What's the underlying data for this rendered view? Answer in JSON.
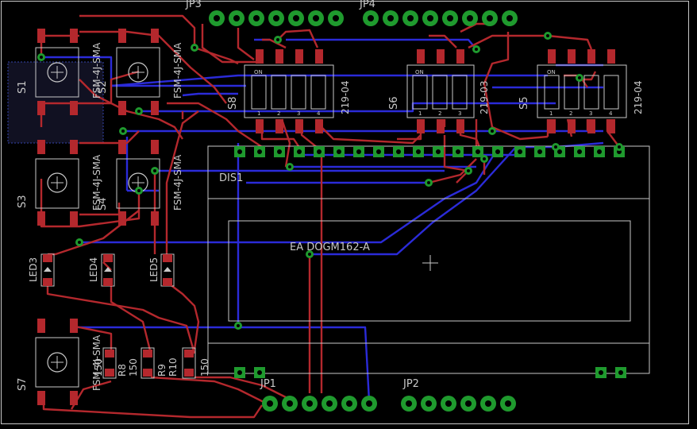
{
  "colors": {
    "background": "#000000",
    "outline": "#c8c8c8",
    "top_copper": "#b4282d",
    "bottom_copper": "#2b2bd8",
    "pad": "#1f9a2e",
    "smd_pad": "#b4282d",
    "via": "#1f9a2e",
    "silkscreen": "#c8c8c8"
  },
  "headers": {
    "jp3": "JP3",
    "jp4": "JP4",
    "jp1": "JP1",
    "jp2": "JP2"
  },
  "switches": {
    "s1": "S1",
    "s2": "S2",
    "s3": "S3",
    "s4": "S4",
    "s7": "S7",
    "model_1": "FSM-4J-SMA",
    "model_2": "FSM-4J-SMA",
    "model_3": "FSM-4J-SMA",
    "model_4": "FSM-4J-SMA",
    "model_5": "FSM-4J-SMA"
  },
  "dip_switches": {
    "s8": "S8",
    "s8_part": "219-04",
    "s6": "S6",
    "s6_part": "219-03",
    "s5": "S5",
    "s5_part": "219-04",
    "on_label": "ON",
    "pin_1": "1",
    "pin_2": "2",
    "pin_3": "3",
    "pin_4": "4"
  },
  "leds": {
    "led3": "LED3",
    "led4": "LED4",
    "led5": "LED5"
  },
  "resistors": {
    "r8": "R8",
    "r9": "R9",
    "r10": "R10",
    "value_1": "150",
    "value_2": "150",
    "value_3": "150"
  },
  "display": {
    "ref": "DIS1",
    "part": "EA DOGM162-A"
  }
}
